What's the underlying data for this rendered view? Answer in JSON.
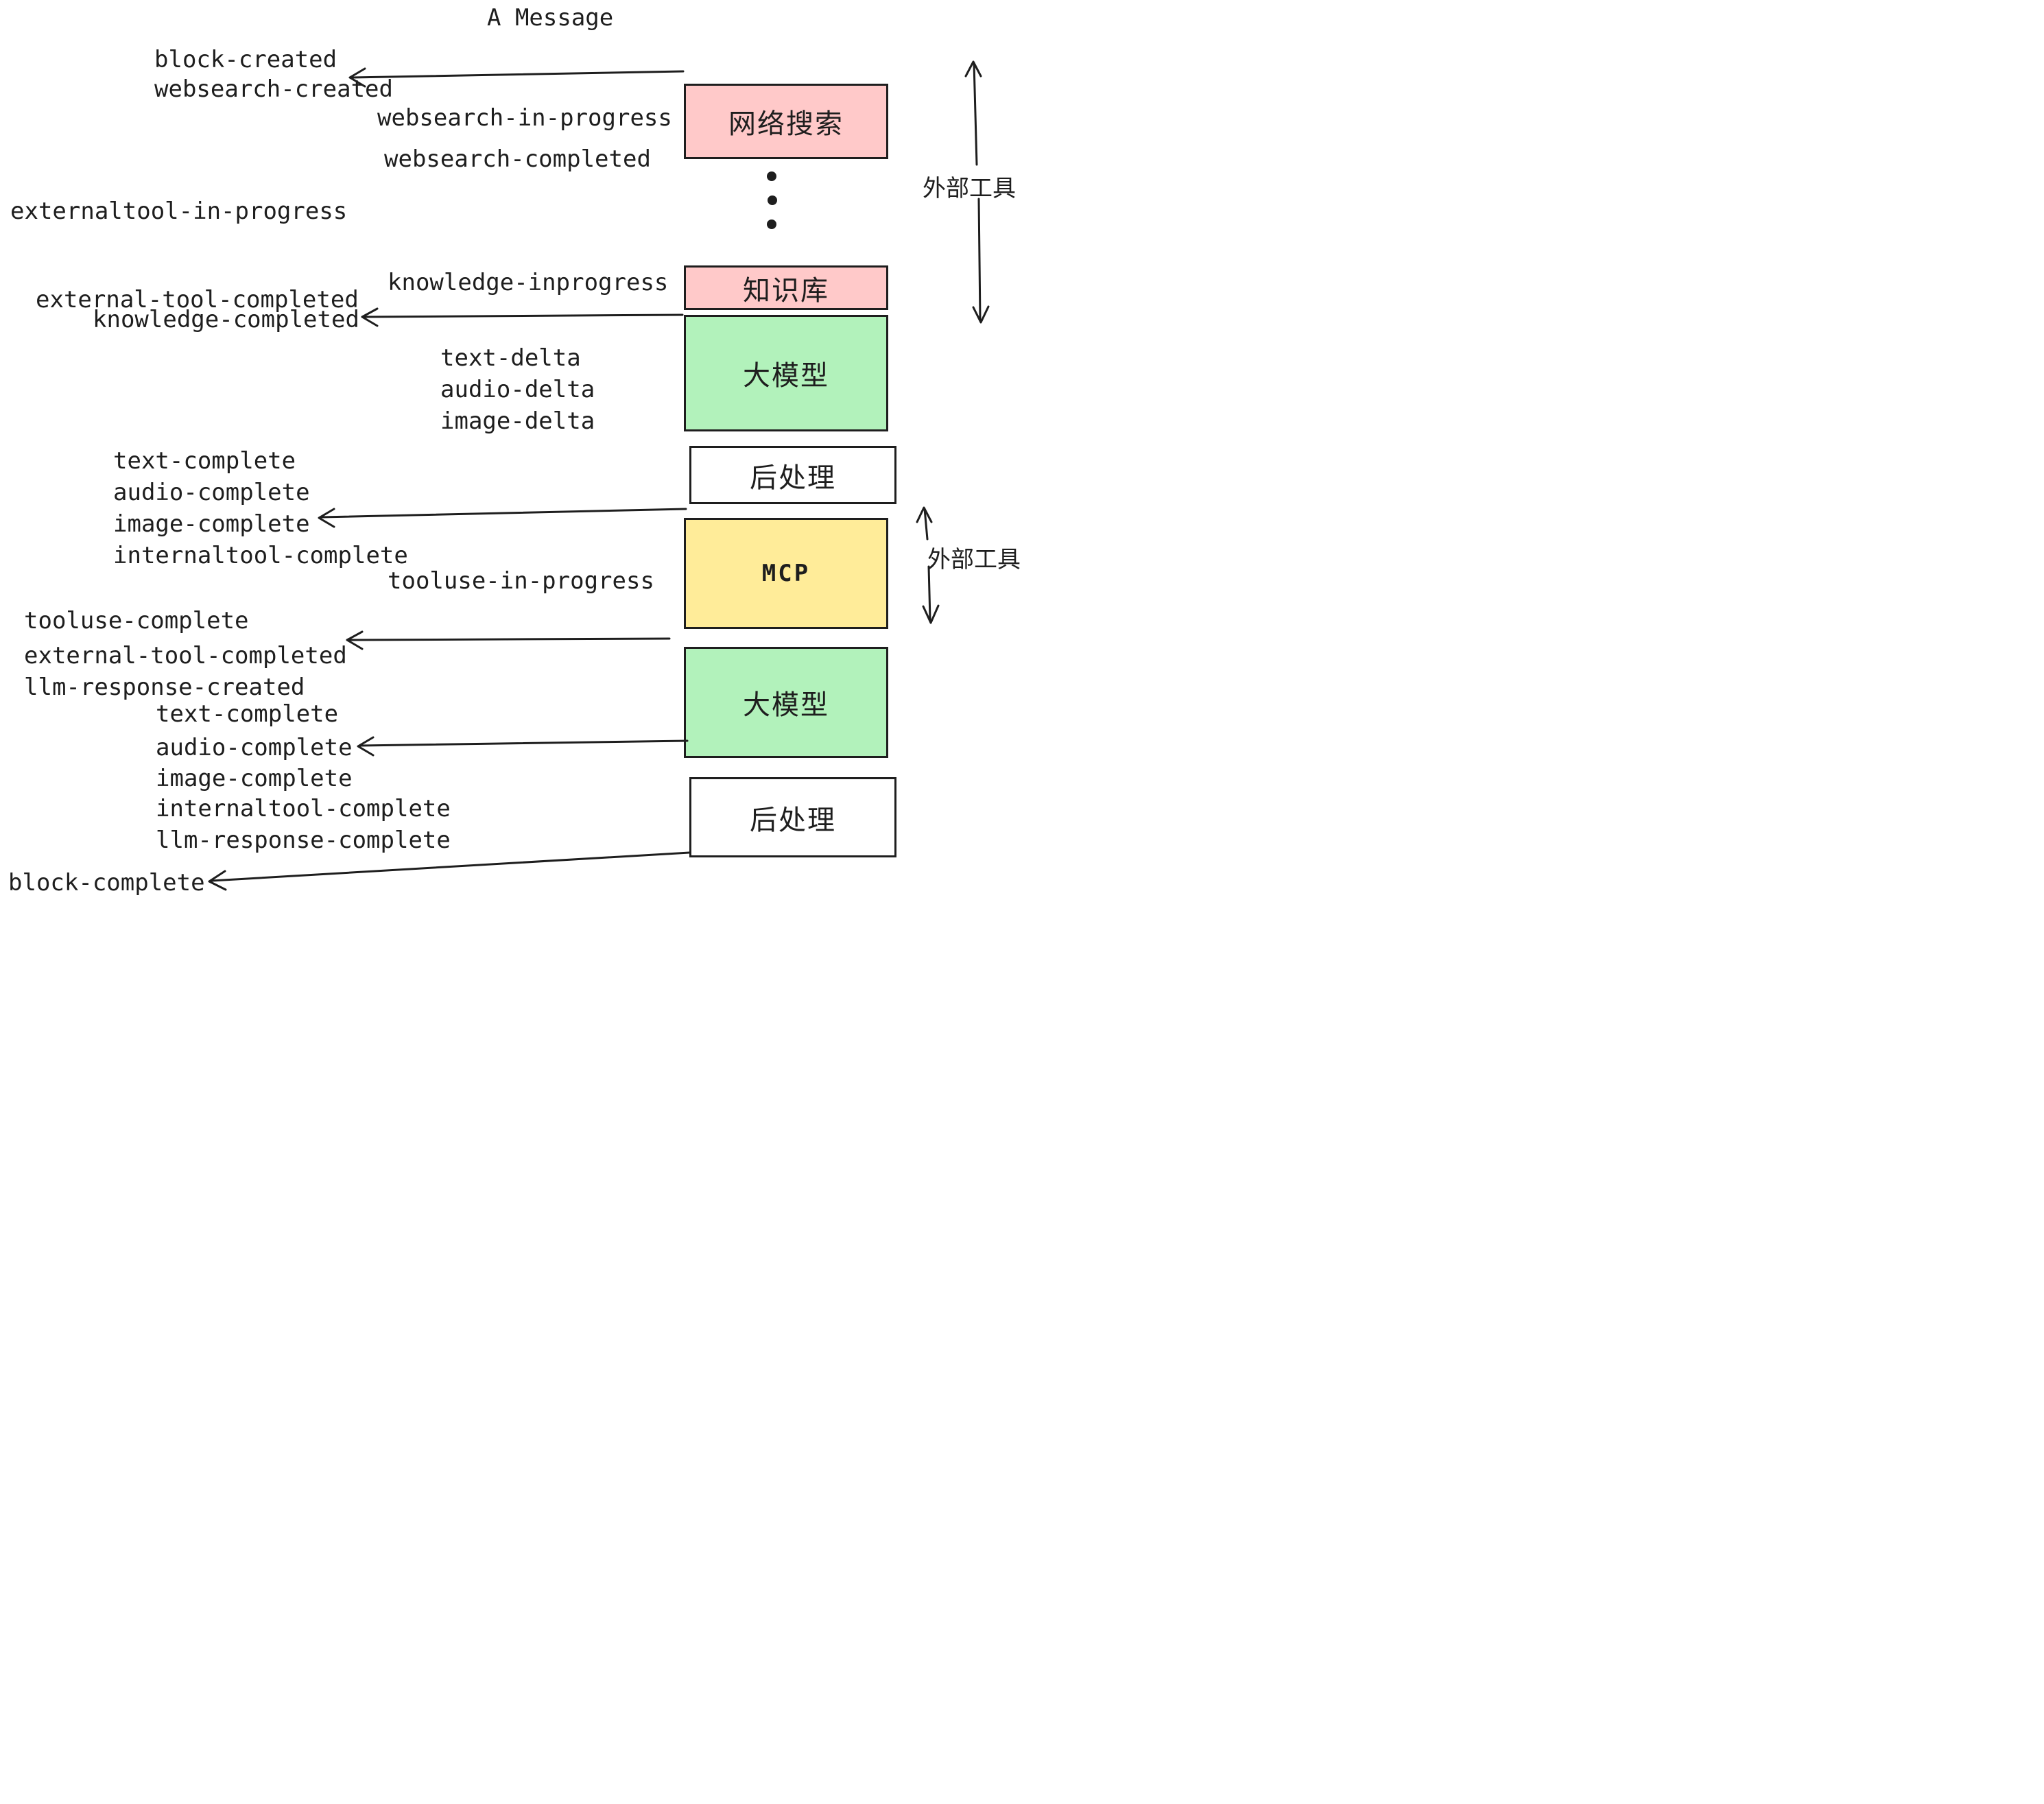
{
  "title": "A Message",
  "events": [
    {
      "label": "block-created"
    },
    {
      "label": "websearch-created"
    },
    {
      "label": "websearch-in-progress"
    },
    {
      "label": "websearch-completed"
    },
    {
      "label": "externaltool-in-progress"
    },
    {
      "label": "knowledge-inprogress"
    },
    {
      "label": "external-tool-completed"
    },
    {
      "label": "knowledge-completed"
    },
    {
      "label": "text-delta"
    },
    {
      "label": "audio-delta"
    },
    {
      "label": "image-delta"
    },
    {
      "label": "text-complete"
    },
    {
      "label": "audio-complete"
    },
    {
      "label": "image-complete"
    },
    {
      "label": "internaltool-complete"
    },
    {
      "label": "tooluse-in-progress"
    },
    {
      "label": "tooluse-complete"
    },
    {
      "label": "external-tool-completed"
    },
    {
      "label": "llm-response-created"
    },
    {
      "label": "text-complete"
    },
    {
      "label": "audio-complete"
    },
    {
      "label": "image-complete"
    },
    {
      "label": "internaltool-complete"
    },
    {
      "label": "llm-response-complete"
    },
    {
      "label": "block-complete"
    }
  ],
  "boxes": [
    {
      "label": "网络搜索",
      "color": "#ffc9c9"
    },
    {
      "label": "知识库",
      "color": "#ffc9c9"
    },
    {
      "label": "大模型",
      "color": "#b2f2bb"
    },
    {
      "label": "后处理",
      "color": "#ffffff"
    },
    {
      "label": "MCP",
      "color": "#ffec99"
    },
    {
      "label": "大模型",
      "color": "#b2f2bb"
    },
    {
      "label": "后处理",
      "color": "#ffffff"
    }
  ],
  "side_labels": [
    {
      "label": "外部工具"
    },
    {
      "label": "外部工具"
    }
  ],
  "colors": {
    "stroke": "#1e1e1e",
    "pink": "#ffc9c9",
    "green": "#b2f2bb",
    "yellow": "#ffec99",
    "background": "#ffffff"
  }
}
